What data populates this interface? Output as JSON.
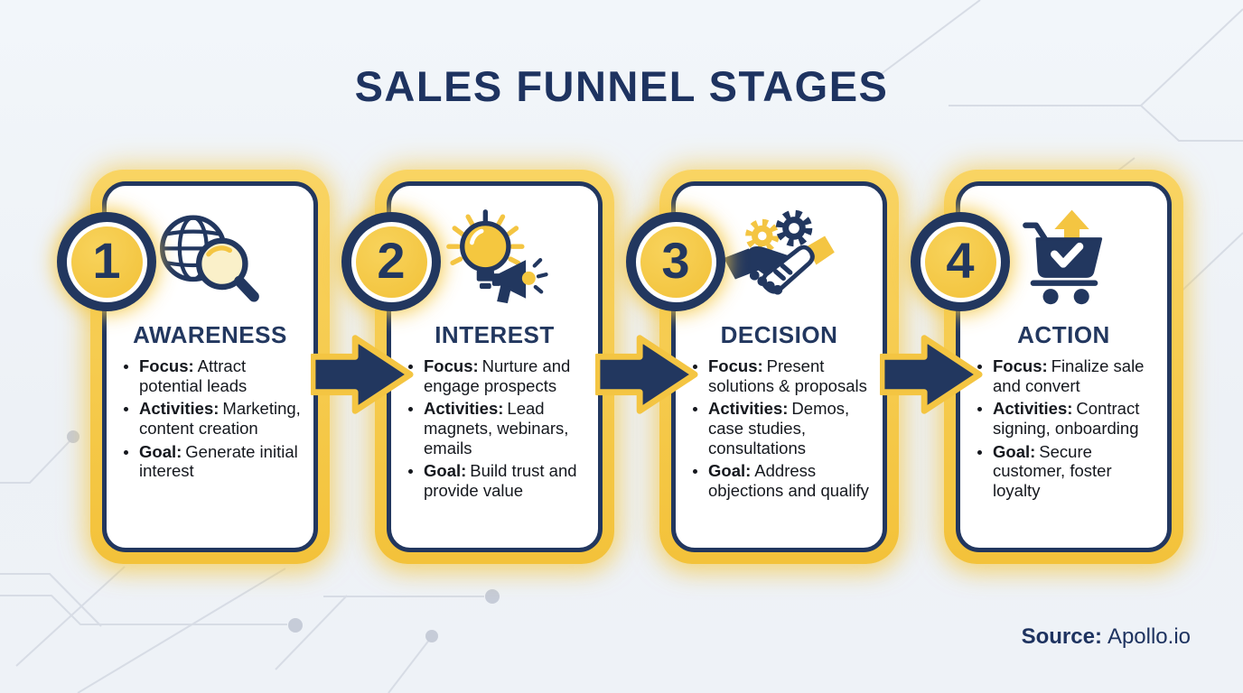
{
  "header": {
    "title": "SALES FUNNEL STAGES"
  },
  "footer": {
    "source_label": "Source:",
    "source_value": "Apollo.io"
  },
  "colors": {
    "navy": "#22375f",
    "yellow": "#f4c542",
    "background": "#eef2f7",
    "card_background": "#ffffff",
    "body_text": "#15181e",
    "circuit_line": "#d7dce5"
  },
  "stages": [
    {
      "number": "1",
      "name": "AWARENESS",
      "icon": "globe-search-icon",
      "bullets": [
        {
          "label": "Focus:",
          "text": "Attract potential leads"
        },
        {
          "label": "Activities:",
          "text": "Marketing, content creation"
        },
        {
          "label": "Goal:",
          "text": "Generate initial interest"
        }
      ]
    },
    {
      "number": "2",
      "name": "INTEREST",
      "icon": "lightbulb-megaphone-icon",
      "bullets": [
        {
          "label": "Focus:",
          "text": "Nurture and engage prospects"
        },
        {
          "label": "Activities:",
          "text": "Lead magnets, webinars, emails"
        },
        {
          "label": "Goal:",
          "text": "Build trust and provide value"
        }
      ]
    },
    {
      "number": "3",
      "name": "DECISION",
      "icon": "handshake-gears-icon",
      "bullets": [
        {
          "label": "Focus:",
          "text": "Present solutions & proposals"
        },
        {
          "label": "Activities:",
          "text": "Demos, case studies, consultations"
        },
        {
          "label": "Goal:",
          "text": "Address objections and qualify"
        }
      ]
    },
    {
      "number": "4",
      "name": "ACTION",
      "icon": "cart-check-icon",
      "bullets": [
        {
          "label": "Focus:",
          "text": "Finalize sale and convert"
        },
        {
          "label": "Activities:",
          "text": "Contract signing, onboarding"
        },
        {
          "label": "Goal:",
          "text": "Secure customer, foster loyalty"
        }
      ]
    }
  ]
}
